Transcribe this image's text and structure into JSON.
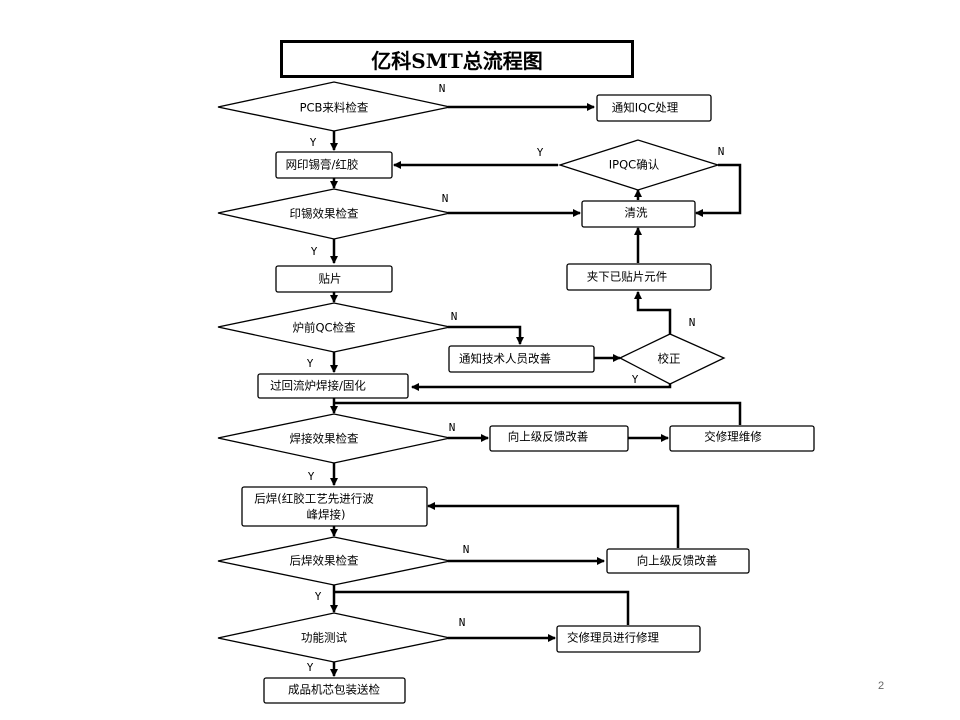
{
  "title": "亿科SMT总流程图",
  "page_number": "2",
  "nodes": {
    "pcb_check": "PCB来料检查",
    "notify_iqc": "通知IQC处理",
    "print_paste": "网印锡膏/红胶",
    "ipqc_confirm": "IPQC确认",
    "print_effect_check": "印锡效果检查",
    "clean": "清洗",
    "mount": "贴片",
    "remove_parts": "夹下已贴片元件",
    "pre_oven_qc": "炉前QC检查",
    "notify_tech": "通知技术人员改善",
    "correct": "校正",
    "reflow": "过回流炉焊接/固化",
    "solder_check": "焊接效果检查",
    "feedback_up_1": "向上级反馈改善",
    "repair_maint": "交修理维修",
    "post_solder_line1": "后焊(红胶工艺先进行波",
    "post_solder_line2": "峰焊接)",
    "post_solder_check": "后焊效果检查",
    "feedback_up_2": "向上级反馈改善",
    "function_test": "功能测试",
    "repair_staff": "交修理员进行修理",
    "package": "成品机芯包装送检"
  },
  "edge_labels": {
    "yes": "Y",
    "no": "N"
  }
}
